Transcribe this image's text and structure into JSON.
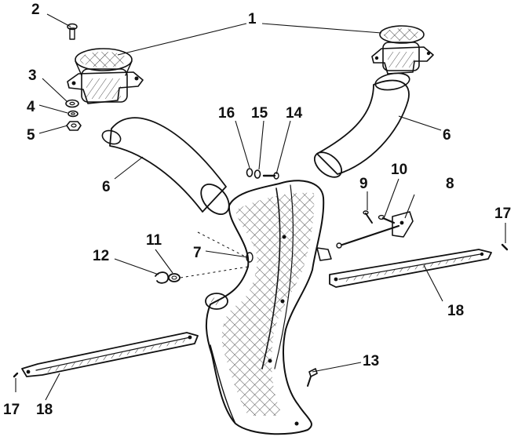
{
  "colors": {
    "ink": "#111111",
    "paper": "#ffffff"
  },
  "callouts": {
    "c1": "1",
    "c2": "2",
    "c3": "3",
    "c4": "4",
    "c5": "5",
    "c6a": "6",
    "c6b": "6",
    "c7": "7",
    "c8": "8",
    "c9": "9",
    "c10": "10",
    "c11": "11",
    "c12": "12",
    "c13": "13",
    "c14": "14",
    "c15": "15",
    "c16": "16",
    "c17a": "17",
    "c17b": "17",
    "c18a": "18",
    "c18b": "18"
  }
}
